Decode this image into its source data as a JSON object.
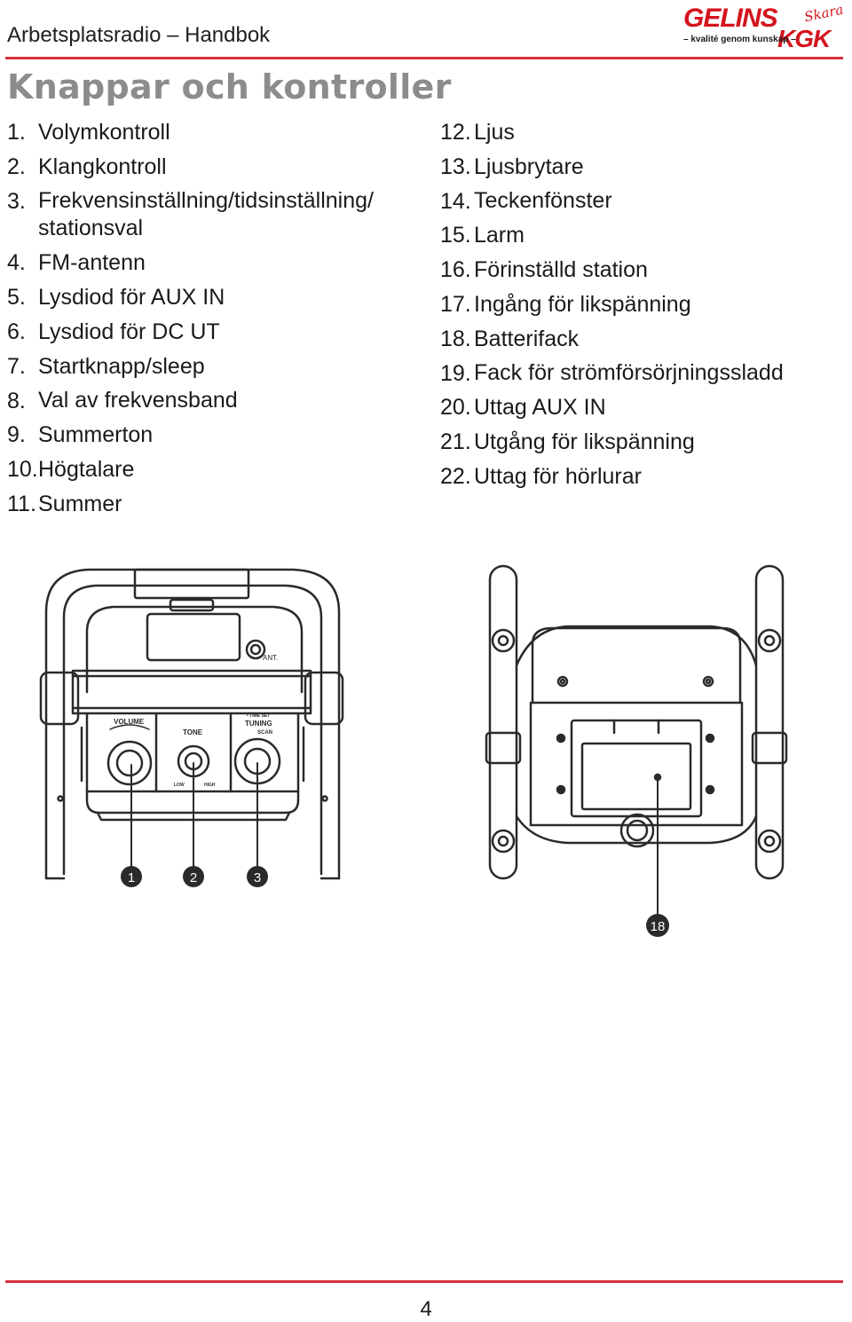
{
  "header": {
    "title": "Arbetsplatsradio – Handbok",
    "logo": {
      "main": "GELINS",
      "script": "Skara",
      "tagline": "– kvalité genom kunskap –",
      "sub": "KGK"
    }
  },
  "page_title": "Knappar och kontroller",
  "left_items": [
    {
      "num": "1.",
      "text": "Volymkontroll"
    },
    {
      "num": "2.",
      "text": "Klangkontroll"
    },
    {
      "num": "3.",
      "text": "Frekvensinställning/tidsinställning/ stationsval"
    },
    {
      "num": "4.",
      "text": "FM-antenn"
    },
    {
      "num": "5.",
      "text": "Lysdiod för AUX IN"
    },
    {
      "num": "6.",
      "text": "Lysdiod för DC UT"
    },
    {
      "num": "7.",
      "text": "Startknapp/sleep"
    },
    {
      "num": "8.",
      "text": "Val av frekvensband"
    },
    {
      "num": "9.",
      "text": "Summerton"
    },
    {
      "num": "10.",
      "text": "Högtalare"
    },
    {
      "num": "11.",
      "text": "Summer"
    }
  ],
  "right_items": [
    {
      "num": "12.",
      "text": "Ljus"
    },
    {
      "num": "13.",
      "text": "Ljusbrytare"
    },
    {
      "num": "14.",
      "text": "Teckenfönster"
    },
    {
      "num": "15.",
      "text": "Larm"
    },
    {
      "num": "16.",
      "text": "Förinställd station"
    },
    {
      "num": "17.",
      "text": "Ingång för likspänning"
    },
    {
      "num": "18.",
      "text": "Batterifack"
    },
    {
      "num": "19.",
      "text": "Fack för strömförsörjningssladd"
    },
    {
      "num": "20.",
      "text": "Uttag AUX IN"
    },
    {
      "num": "21.",
      "text": "Utgång för likspänning"
    },
    {
      "num": "22.",
      "text": "Uttag för hörlurar"
    }
  ],
  "figure": {
    "front_labels": {
      "antenna": "ANT.",
      "volume": "VOLUME",
      "tone": "TONE",
      "tuning": "TUNING",
      "time_set": "• TIME SET",
      "scan": "SCAN",
      "low": "LOW",
      "high": "HIGH"
    },
    "callouts": {
      "c1": "1",
      "c2": "2",
      "c3": "3",
      "c18": "18"
    }
  },
  "page_number": "4"
}
